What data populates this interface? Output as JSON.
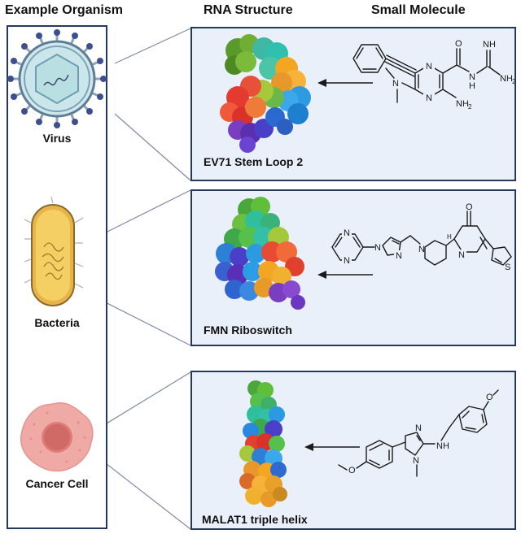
{
  "headers": {
    "organism": "Example Organism",
    "rna": "RNA Structure",
    "molecule": "Small Molecule"
  },
  "rows": [
    {
      "organism": "Virus",
      "rna": "EV71 Stem Loop 2"
    },
    {
      "organism": "Bacteria",
      "rna": "FMN Riboswitch"
    },
    {
      "organism": "Cancer Cell",
      "rna": "MALAT1 triple helix"
    }
  ],
  "atoms": {
    "o": "O",
    "n": "N",
    "nh": "NH",
    "nh2": "NH",
    "sub2": "2",
    "s": "S",
    "h": "H"
  },
  "colors": {
    "panel_border": "#25395f",
    "panel_fill": "#eaf0fa",
    "connector": "#7f8aa6"
  }
}
